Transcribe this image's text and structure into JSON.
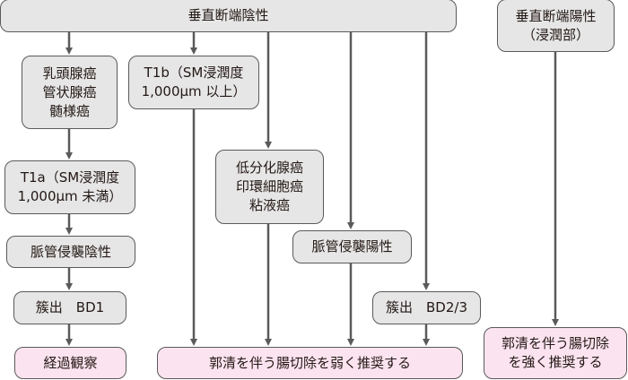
{
  "flowchart": {
    "colors": {
      "node_fill": "#e6e6e6",
      "outcome_fill": "#fbe3ef",
      "border": "#5a5a5a",
      "arrow": "#5a5a5a"
    },
    "nodes": {
      "vertical_margin_negative": "垂直断端陰性",
      "vertical_margin_positive": "垂直断端陽性\n（浸潤部）",
      "histology_favorable": "乳頭腺癌\n管状腺癌\n髄様癌",
      "t1b": "T1b（SM浸潤度\n1,000μm 以上）",
      "t1a": "T1a（SM浸潤度\n1,000μm 未満）",
      "histology_unfavorable": "低分化腺癌\n印環細胞癌\n粘液癌",
      "vascular_invasion_negative": "脈管侵襲陰性",
      "vascular_invasion_positive": "脈管侵襲陽性",
      "budding_bd1": "簇出　BD1",
      "budding_bd23": "簇出　BD2/3",
      "observation": "経過観察",
      "weak_recommend": "郭清を伴う腸切除を弱く推奨する",
      "strong_recommend": "郭清を伴う腸切除\nを強く推奨する"
    }
  }
}
